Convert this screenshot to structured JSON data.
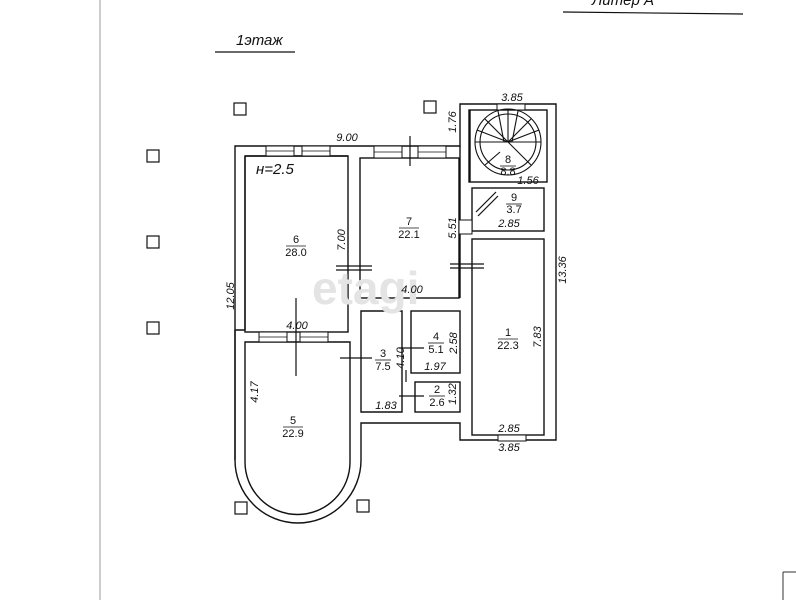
{
  "header": {
    "floor_label": "1этаж",
    "top_right_label": "Литер А"
  },
  "height_label": "н=2.5",
  "rooms": [
    {
      "id": "1",
      "area": "22.3"
    },
    {
      "id": "2",
      "area": "2.6"
    },
    {
      "id": "3",
      "area": "7.5"
    },
    {
      "id": "4",
      "area": "5.1"
    },
    {
      "id": "5",
      "area": "22.9"
    },
    {
      "id": "6",
      "area": "28.0"
    },
    {
      "id": "7",
      "area": "22.1"
    },
    {
      "id": "8",
      "area": "8.8"
    },
    {
      "id": "9",
      "area": "3.7"
    }
  ],
  "dimensions": {
    "top_overall": "9.00",
    "left_overall": "12.05",
    "right_overall": "13.36",
    "stair_top": "3.85",
    "stair_side": "1.76",
    "room6_height": "7.00",
    "room7_side": "5.51",
    "room7_bottom": "4.00",
    "room5_top": "4.00",
    "room5_side": "4.17",
    "room3_side": "4.10",
    "room3_bottom": "1.83",
    "room4_side": "2.58",
    "room4_bottom": "1.97",
    "room2_side": "1.32",
    "room1_side": "7.83",
    "room1_bottom": "2.85",
    "bottom_right": "3.85",
    "room9_top": "1.56",
    "room9_bottom": "2.85"
  },
  "watermark": "etagi"
}
